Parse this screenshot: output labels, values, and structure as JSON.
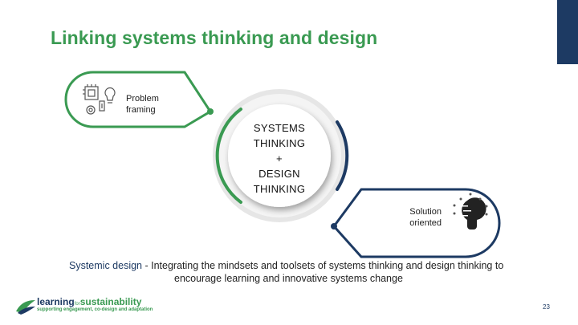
{
  "slide": {
    "title": "Linking systems thinking and design",
    "page_number": "23"
  },
  "diagram": {
    "problem_label": "Problem framing",
    "solution_label": "Solution oriented",
    "center_line1": "SYSTEMS",
    "center_line2": "THINKING",
    "center_line3": "+",
    "center_line4": "DESIGN",
    "center_line5": "THINKING",
    "colors": {
      "green": "#3a9a52",
      "navy": "#1d3a63",
      "ring": "#e6e6e6"
    }
  },
  "definition": {
    "term": "Systemic design",
    "line1": "  - Integrating the mindsets and toolsets of systems thinking and design thinking to",
    "line2": "encourage learning and  innovative systems change"
  },
  "logo": {
    "brand_part1": "learning",
    "brand_for": "for",
    "brand_part2": "sustainability",
    "tagline": "supporting engagement, co-design and adaptation"
  }
}
